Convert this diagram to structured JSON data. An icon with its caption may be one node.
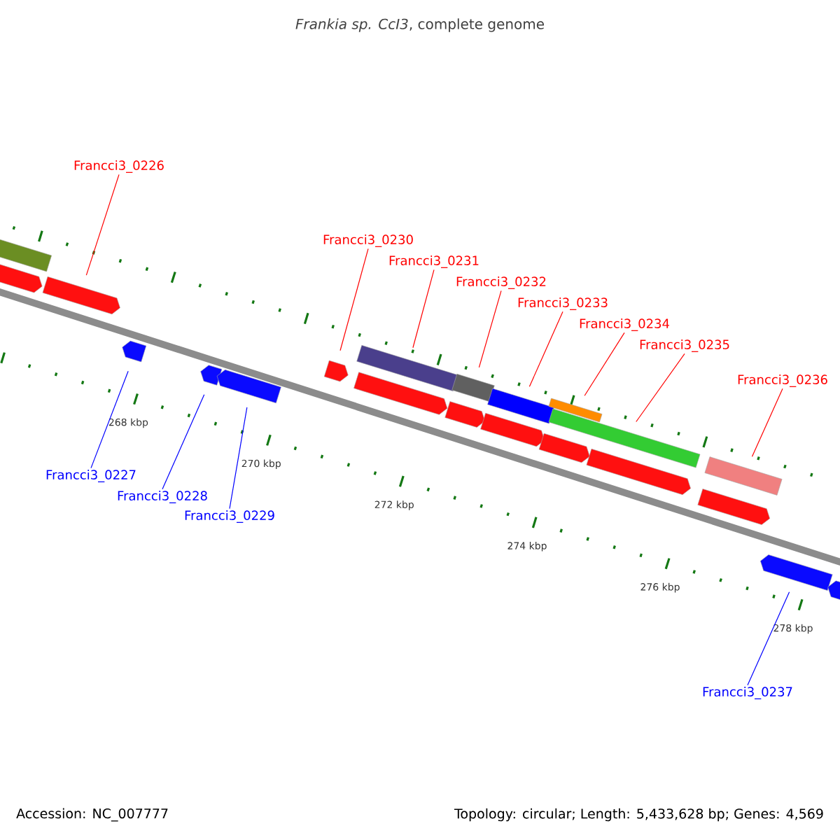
{
  "diagram": {
    "title": "*Frankia sp. CcI3*, complete genome",
    "nodes": [
      {
        "text": [
          "Francci3_0226"
        ]
      },
      {
        "text": [
          "Francci3_0230"
        ]
      },
      {
        "text": [
          "Francci3_0231"
        ]
      },
      {
        "text": [
          "Francci3_0232"
        ]
      },
      {
        "text": [
          "Francci3_0233"
        ]
      },
      {
        "text": [
          "Francci3_0234"
        ]
      },
      {
        "text": [
          "Francci3_0235"
        ]
      },
      {
        "text": [
          "Francci3_0236"
        ]
      },
      {
        "text": [
          "Francci3_0227"
        ]
      },
      {
        "text": [
          "Francci3_0228"
        ]
      },
      {
        "text": [
          "Francci3_0229"
        ]
      },
      {
        "text": [
          "Francci3_0237"
        ]
      },
      {
        "text": [],
        "shape": "arrow"
      },
      {
        "text": [],
        "shape": "arrow"
      },
      {
        "text": [],
        "shape": "arrow"
      },
      {
        "text": [],
        "shape": "arrow"
      },
      {
        "text": [],
        "shape": "arrow"
      },
      {
        "text": [],
        "shape": "arrow"
      },
      {
        "text": [],
        "shape": "arrow"
      },
      {
        "text": [],
        "shape": "arrow"
      },
      {
        "text": [],
        "shape": "arrow"
      },
      {
        "text": [],
        "shape": "bar"
      },
      {
        "text": [],
        "shape": "bar"
      },
      {
        "text": [],
        "shape": "bar"
      },
      {
        "text": [],
        "shape": "bar"
      },
      {
        "text": [],
        "shape": "bar"
      },
      {
        "text": [],
        "shape": "bar"
      },
      {
        "text": [],
        "shape": "bar"
      },
      {
        "text": [],
        "shape": "arrow"
      },
      {
        "text": [],
        "shape": "arrow"
      },
      {
        "text": [],
        "shape": "arrow"
      },
      {
        "text": [],
        "shape": "arrow"
      },
      {
        "text": [],
        "shape": "arrow"
      }
    ],
    "edges": [
      {
        "from": 0,
        "to": 13,
        "arrow": "none"
      },
      {
        "from": 1,
        "to": 14,
        "arrow": "none"
      },
      {
        "from": 2,
        "to": 22,
        "arrow": "none"
      },
      {
        "from": 3,
        "to": 23,
        "arrow": "none"
      },
      {
        "from": 4,
        "to": 24,
        "arrow": "none"
      },
      {
        "from": 5,
        "to": 25,
        "arrow": "none"
      },
      {
        "from": 6,
        "to": 26,
        "arrow": "none"
      },
      {
        "from": 7,
        "to": 27,
        "arrow": "none"
      },
      {
        "from": 8,
        "to": 28,
        "arrow": "none",
        "color": "#0000ff"
      },
      {
        "from": 9,
        "to": 29,
        "arrow": "none",
        "color": "#0000ff"
      },
      {
        "from": 10,
        "to": 30,
        "arrow": "none",
        "color": "#0000ff"
      },
      {
        "from": 11,
        "to": 31,
        "arrow": "none",
        "color": "#0000ff"
      }
    ],
    "labels": [
      "268 kbp",
      "270 kbp",
      "272 kbp",
      "274 kbp",
      "276 kbp",
      "278 kbp",
      "Accession: NC_007777",
      "Topology: circular; Length: 5,433,628 bp; Genes: 4,569"
    ]
  }
}
